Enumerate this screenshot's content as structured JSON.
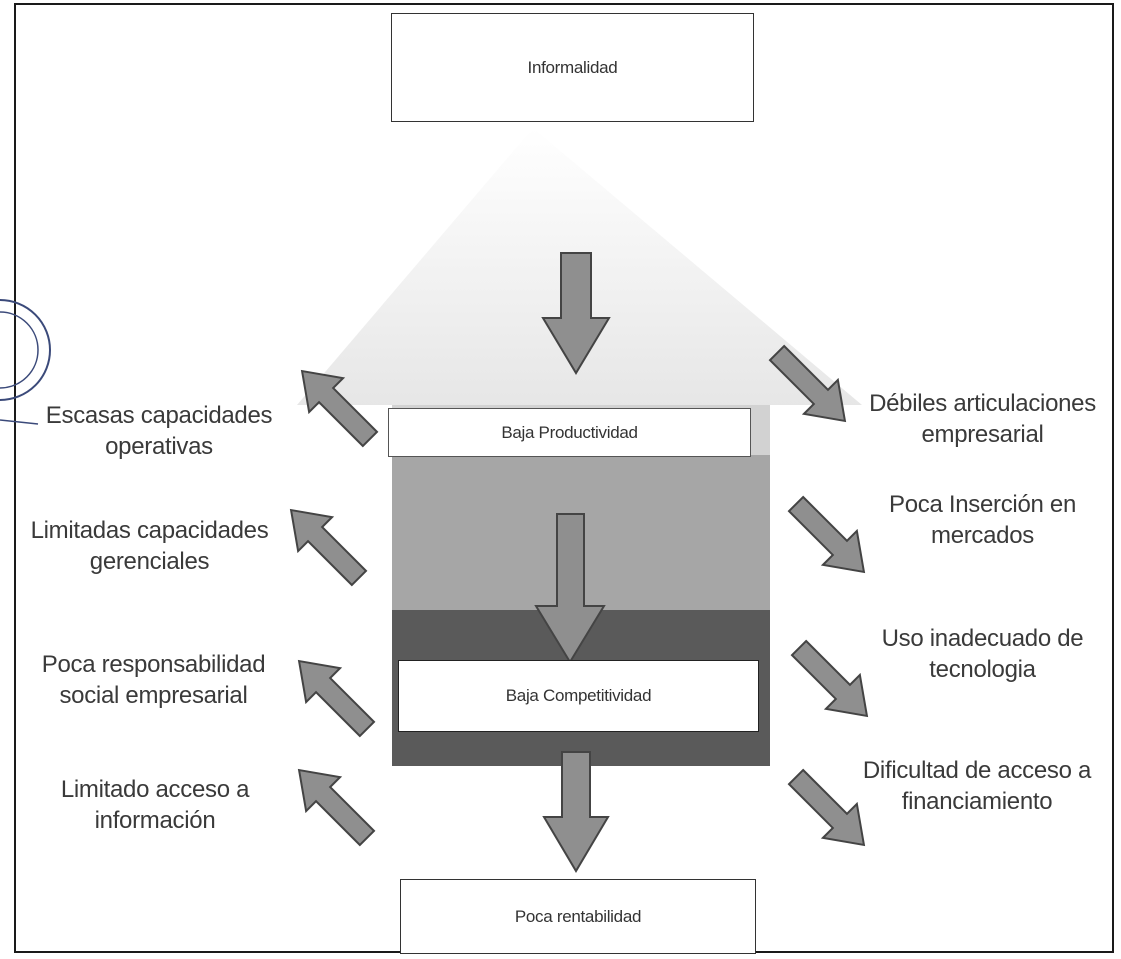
{
  "boxes": {
    "top": "Informalidad",
    "productivity": "Baja Productividad",
    "competitiveness": "Baja Competitividad",
    "bottom": "Poca rentabilidad"
  },
  "left_factors": [
    {
      "line1": "Escasas capacidades",
      "line2": "operativas"
    },
    {
      "line1": "Limitadas capacidades",
      "line2": "gerenciales"
    },
    {
      "line1": "Poca responsabilidad",
      "line2": "social empresarial"
    },
    {
      "line1": "Limitado acceso a",
      "line2": "información"
    }
  ],
  "right_factors": [
    {
      "line1": "Débiles articulaciones",
      "line2": "empresarial"
    },
    {
      "line1": "Poca Inserción en",
      "line2": "mercados"
    },
    {
      "line1": "Uso inadecuado de",
      "line2": "tecnologia"
    },
    {
      "line1": "Dificultad de acceso a",
      "line2": "financiamiento"
    }
  ],
  "colors": {
    "roof": "#f2f2f2",
    "band_light": "#d2d2d2",
    "band_mid": "#a6a6a6",
    "band_dark": "#5a5a5a",
    "arrow_fill": "#8f8f8f",
    "arrow_stroke": "#444444",
    "frame": "#1a1a1a"
  }
}
